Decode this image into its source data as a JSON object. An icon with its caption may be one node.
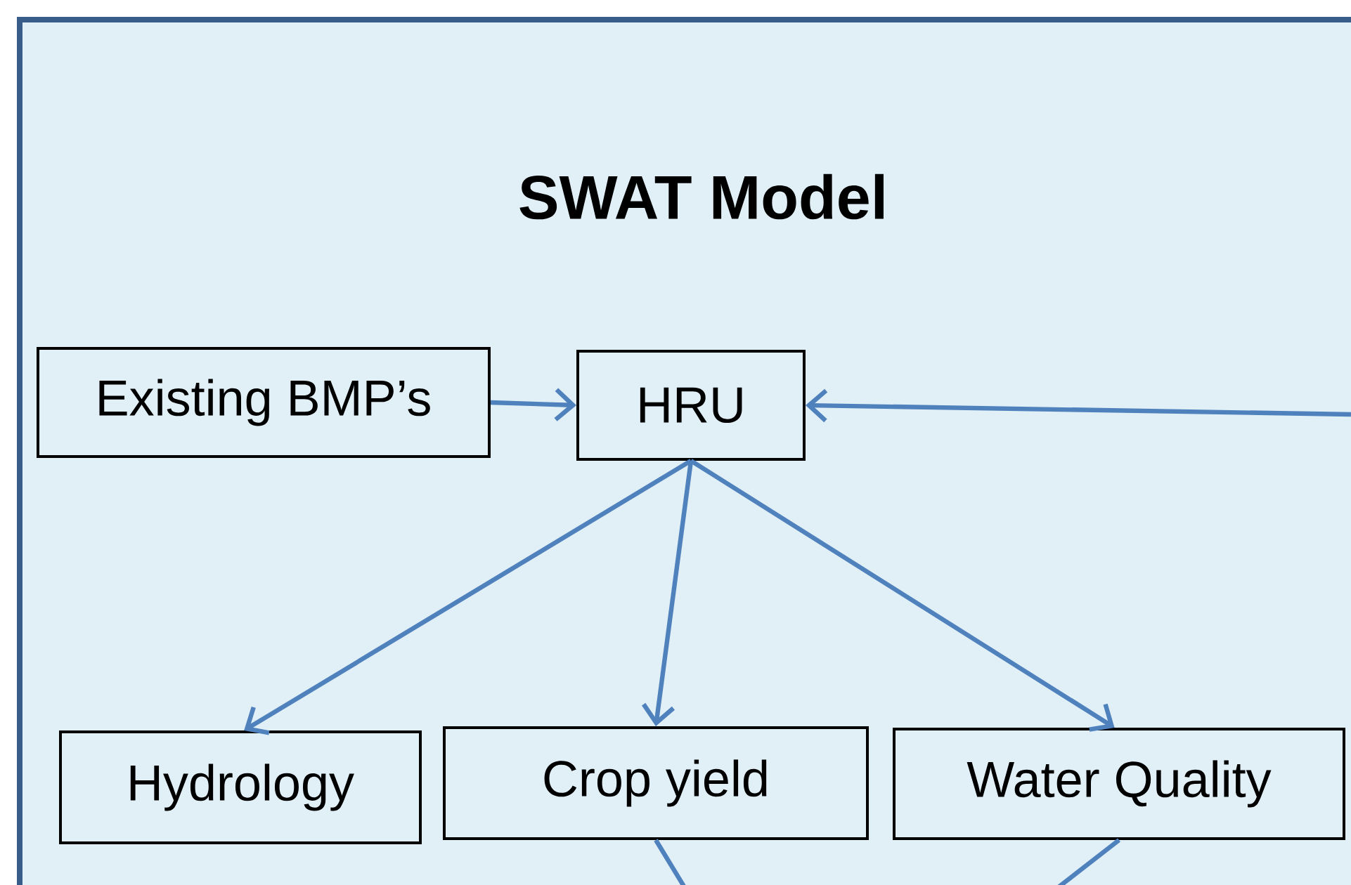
{
  "diagram": {
    "nodes": [
      {
        "text": [
          "SWAT Model"
        ]
      },
      {
        "text": [
          "Existing BMP’s"
        ],
        "in": 0
      },
      {
        "text": [
          "HRU"
        ],
        "in": 0
      },
      {
        "text": [
          "Hydrology"
        ],
        "in": 0
      },
      {
        "text": [
          "Crop yield"
        ],
        "in": 0
      },
      {
        "text": [
          "Water Quality"
        ],
        "in": 0
      }
    ],
    "edges": [
      {
        "from": 1,
        "to": 2,
        "arrow": "to"
      },
      {
        "from": null,
        "to": 2,
        "arrow": "to"
      },
      {
        "from": 2,
        "to": 3,
        "arrow": "to"
      },
      {
        "from": 2,
        "to": 4,
        "arrow": "to"
      },
      {
        "from": 2,
        "to": 5,
        "arrow": "to"
      },
      {
        "from": 4,
        "to": null,
        "arrow": "none"
      },
      {
        "from": 5,
        "to": null,
        "arrow": "none"
      }
    ]
  }
}
